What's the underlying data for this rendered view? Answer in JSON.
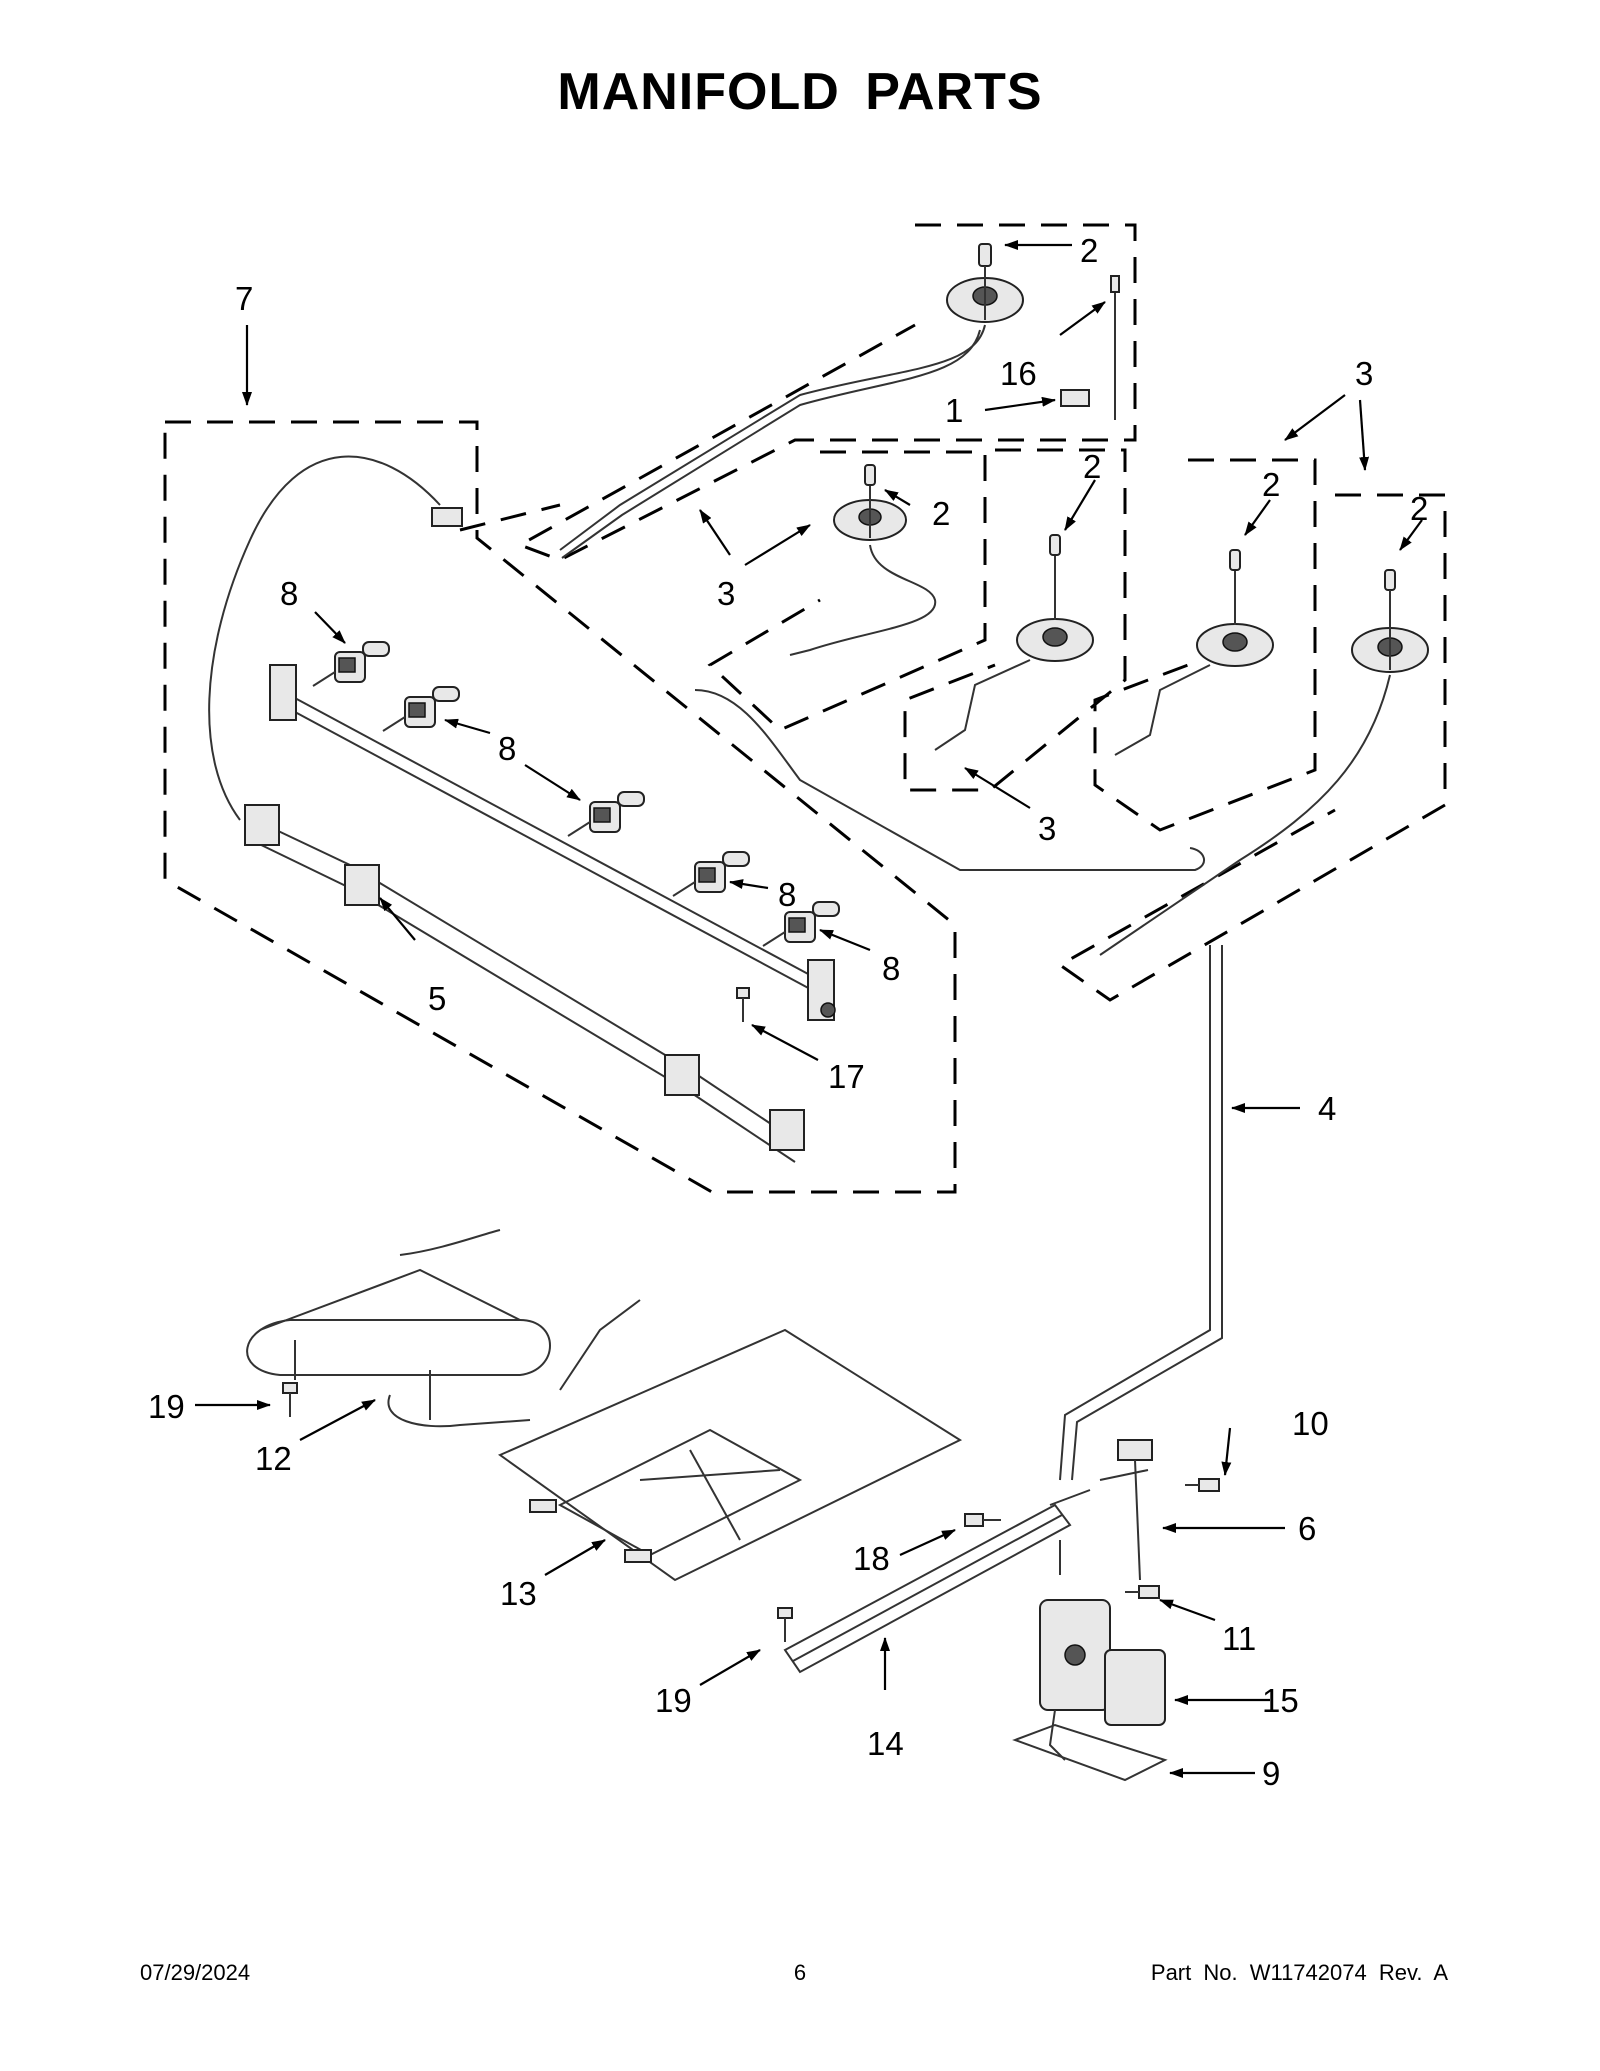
{
  "title": "MANIFOLD PARTS",
  "footer": {
    "date": "07/29/2024",
    "page": "6",
    "part": "Part No.  W11742074  Rev.  A"
  },
  "callouts": [
    "1",
    "2",
    "3",
    "4",
    "5",
    "6",
    "7",
    "8",
    "9",
    "10",
    "11",
    "12",
    "13",
    "14",
    "15",
    "16",
    "17",
    "18",
    "19"
  ]
}
